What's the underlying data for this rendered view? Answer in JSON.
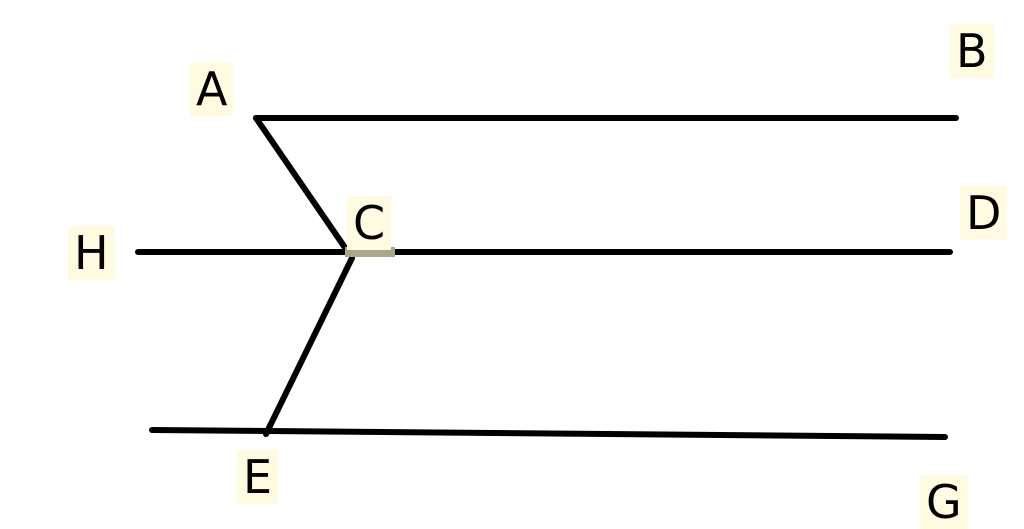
{
  "diagram": {
    "title": "",
    "line_color": "#000000",
    "label_background": "#fffbe0",
    "labels": {
      "A": "A",
      "B": "B",
      "C": "C",
      "D": "D",
      "E": "E",
      "G": "G",
      "H": "H"
    },
    "lines": [
      {
        "name": "AB",
        "from": "A",
        "to": "B"
      },
      {
        "name": "HD",
        "from": "H",
        "to": "D",
        "through": "C"
      },
      {
        "name": "EG",
        "from": "E",
        "to": "G"
      },
      {
        "name": "AC",
        "from": "A",
        "to": "C"
      },
      {
        "name": "CE",
        "from": "C",
        "to": "E"
      }
    ]
  }
}
